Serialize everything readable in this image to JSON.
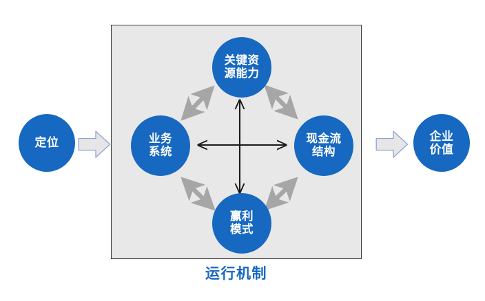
{
  "diagram": {
    "title": "",
    "colors": {
      "circle_fill": "#1668c0",
      "circle_text": "#ffffff",
      "box_fill": "#e8e8e8",
      "box_border": "#333333",
      "gray_arrow": "#a6a6a6",
      "black_arrow": "#1a1a1a",
      "block_arrow_fill": "#e6e6e6",
      "block_arrow_border": "#8fa3d4",
      "caption_text": "#1668c0"
    },
    "input_node": {
      "label": "定位",
      "name": "positioning"
    },
    "output_node": {
      "label": "企业\n价值",
      "name": "enterprise-value"
    },
    "mechanism": {
      "caption": "运行机制",
      "nodes": [
        {
          "id": "resource",
          "label": "关键资\n源能力",
          "position": "top"
        },
        {
          "id": "business",
          "label": "业务\n系统",
          "position": "left"
        },
        {
          "id": "cashflow",
          "label": "现金流\n结构",
          "position": "right"
        },
        {
          "id": "profit",
          "label": "赢利\n模式",
          "position": "bottom"
        }
      ],
      "connections": [
        {
          "from": "business",
          "to": "resource",
          "style": "gray-double-arrow"
        },
        {
          "from": "resource",
          "to": "cashflow",
          "style": "gray-double-arrow"
        },
        {
          "from": "business",
          "to": "profit",
          "style": "gray-double-arrow"
        },
        {
          "from": "profit",
          "to": "cashflow",
          "style": "gray-double-arrow"
        },
        {
          "from": "business",
          "to": "cashflow",
          "style": "black-double-arrow-horizontal"
        },
        {
          "from": "resource",
          "to": "profit",
          "style": "black-double-arrow-vertical"
        }
      ]
    },
    "flow_arrows": [
      {
        "id": "left-flow",
        "direction": "right"
      },
      {
        "id": "right-flow",
        "direction": "right"
      }
    ]
  }
}
